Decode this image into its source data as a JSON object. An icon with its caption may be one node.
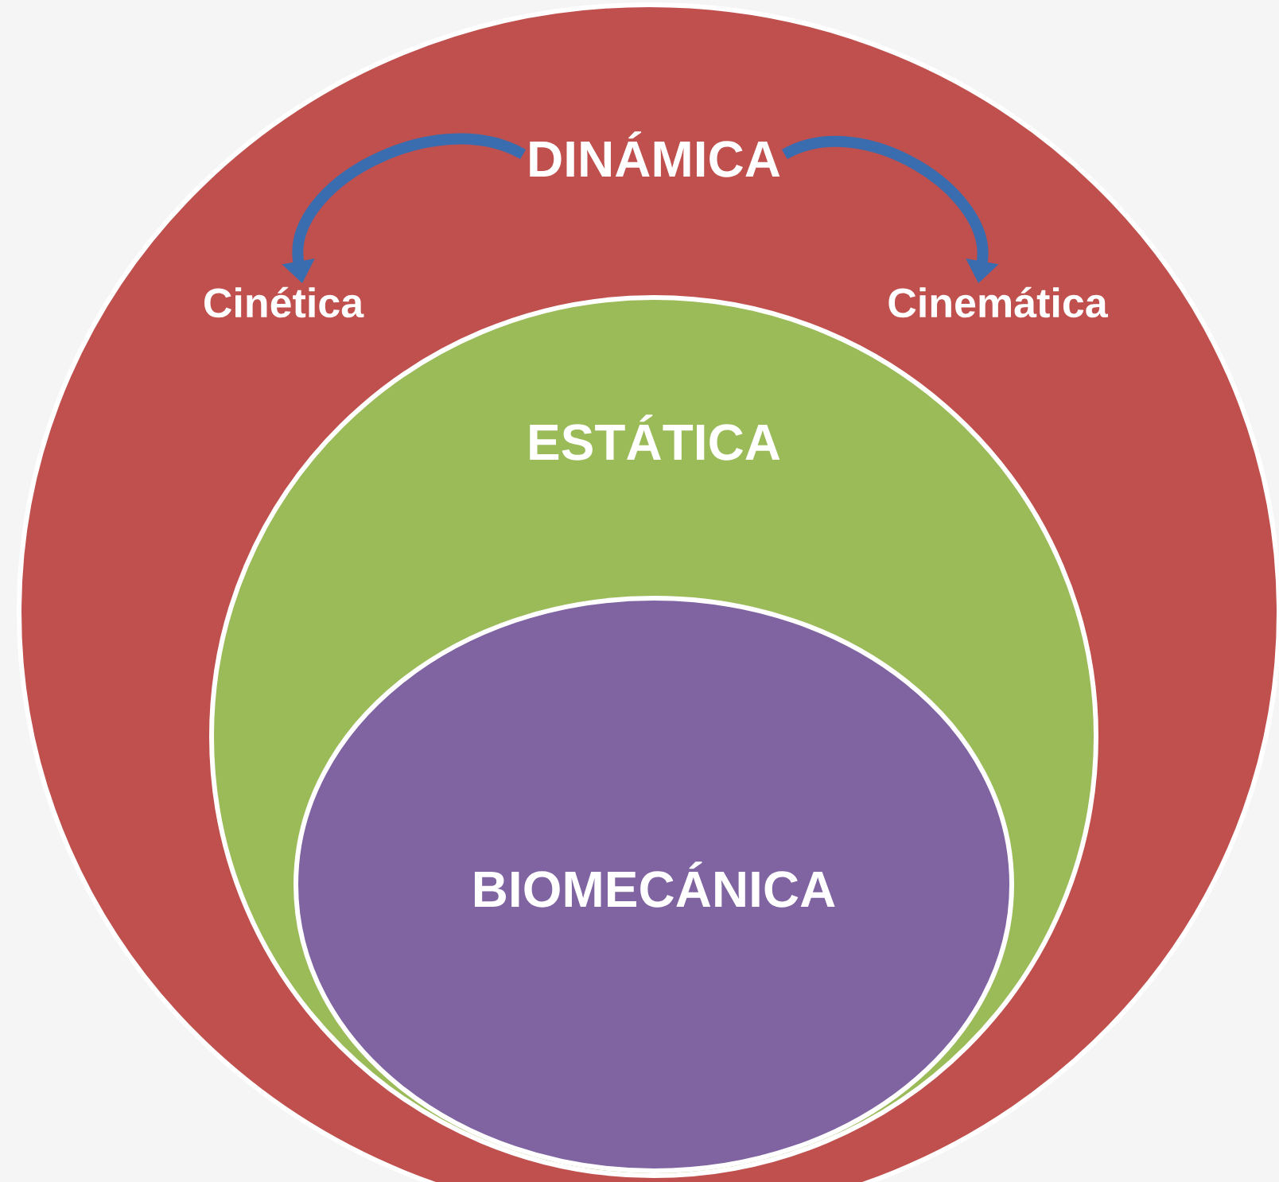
{
  "diagram": {
    "nodes": [
      {
        "text": [],
        "shape": "circle"
      },
      {
        "text": [
          "DINÁMICA"
        ],
        "in": 0
      },
      {
        "text": [
          "Cinética"
        ],
        "in": 0
      },
      {
        "text": [
          "Cinemática"
        ],
        "in": 0
      },
      {
        "text": [
          "ESTÁTICA"
        ],
        "in": 0
      },
      {
        "text": [
          "BIOMECÁNICA"
        ],
        "in": 4
      }
    ],
    "edges": [
      {
        "from": 1,
        "to": 2,
        "arrow": "to"
      },
      {
        "from": 1,
        "to": 3,
        "arrow": "to"
      }
    ]
  }
}
